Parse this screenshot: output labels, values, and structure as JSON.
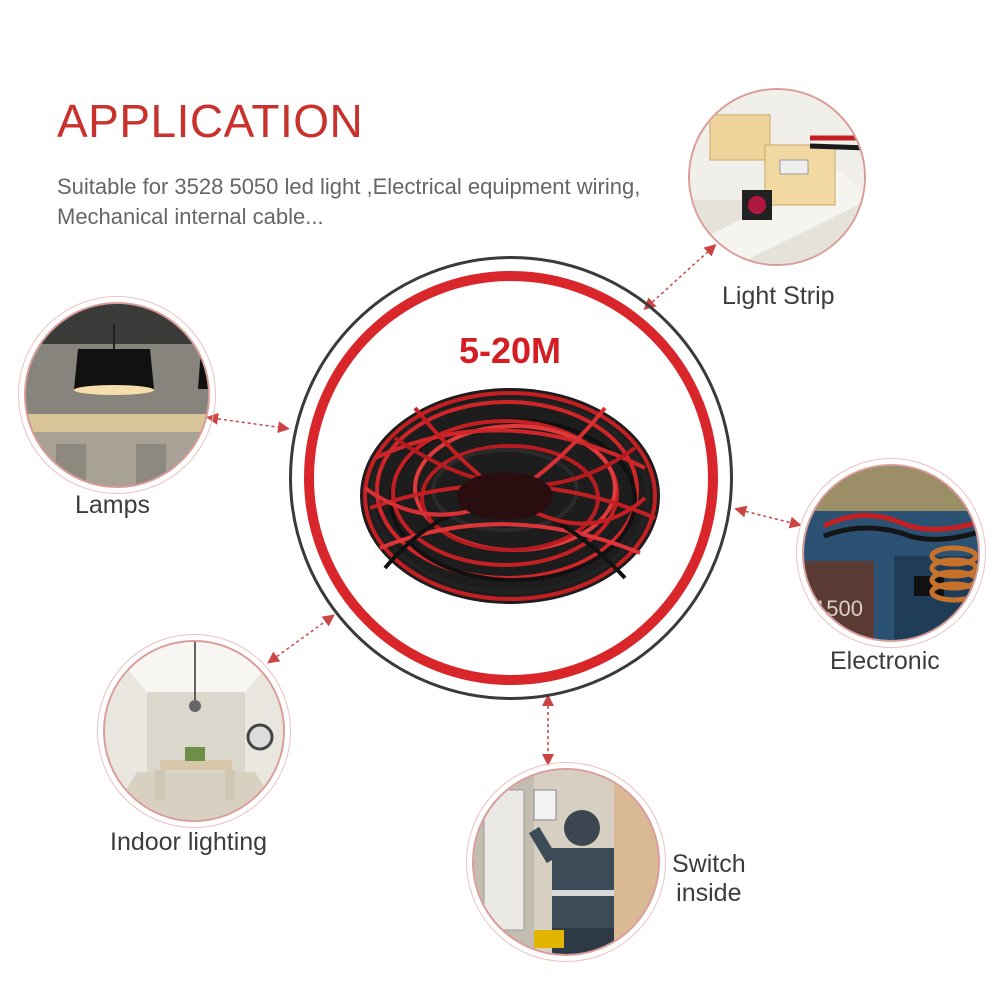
{
  "heading": "APPLICATION",
  "subtext": "Suitable for 3528 5050 led light ,Electrical equipment wiring, Mechanical internal cable...",
  "product": {
    "length_label": "5-20M"
  },
  "applications": [
    {
      "label": "Light Strip"
    },
    {
      "label": "Lamps"
    },
    {
      "label": "Electronic"
    },
    {
      "label": "Indoor lighting"
    },
    {
      "label": "Switch\ninside"
    }
  ],
  "colors": {
    "accent": "#d8262b",
    "heading": "#c9312c",
    "text": "#666666"
  }
}
